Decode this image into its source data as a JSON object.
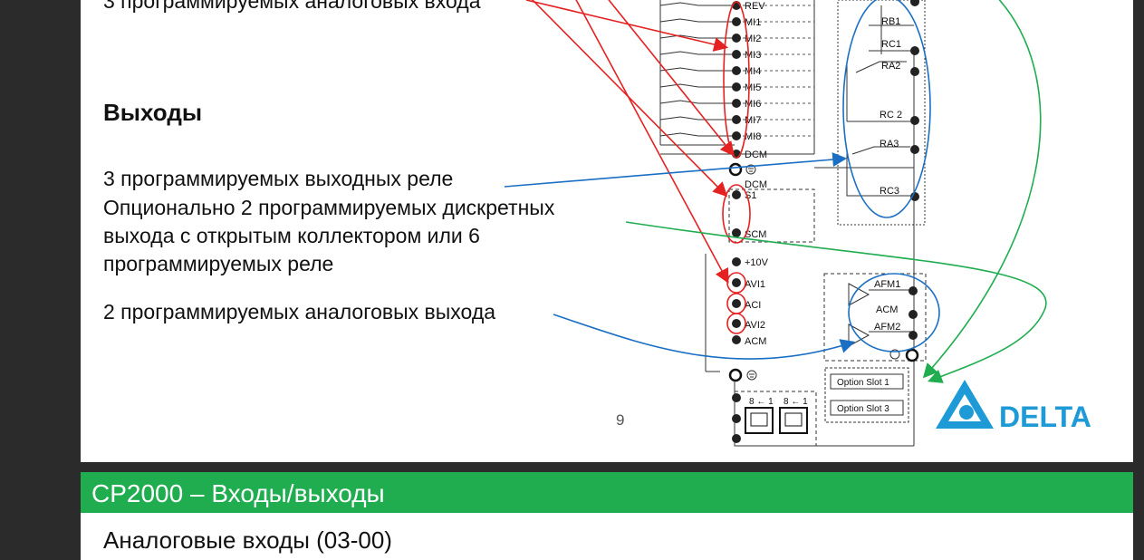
{
  "slide_top": {
    "cut_text": "3 программируемых аналоговых входа",
    "section_heading": "Выходы",
    "relay_text": "3 программируемых выходных реле",
    "optional_lines": [
      "Опционально 2 программируемых дискретных",
      "выхода с открытым коллектором или 6",
      "программируемых реле"
    ],
    "analog_out_text": "2 программируемых аналоговых выхода",
    "page_number": "9",
    "terminals_left": [
      "REV",
      "MI1",
      "MI2",
      "MI3",
      "MI4",
      "MI5",
      "MI6",
      "MI7",
      "MI8",
      "DCM"
    ],
    "terminals_mid": [
      "DCM",
      "S1",
      "SCM",
      "+10V",
      "AVI1",
      "ACI",
      "AVI2",
      "ACM"
    ],
    "relays": [
      "RB1",
      "RC1",
      "RA2",
      "RC 2",
      "RA3",
      "RC3"
    ],
    "analog_outputs": [
      "AFM1",
      "ACM",
      "AFM2"
    ],
    "option_slots": [
      "Option Slot 1",
      "Option Slot 3"
    ],
    "rj45_labels": [
      "8 ← 1",
      "8 ← 1"
    ],
    "logo_text": "DELTA",
    "colors": {
      "red": "#e52222",
      "blue": "#1a6fc4",
      "green": "#1fad4f",
      "logo": "#1e9ad6"
    }
  },
  "slide_bottom": {
    "title": "CP2000 – Входы/выходы",
    "subtitle": "Аналоговые входы (03-00)"
  }
}
